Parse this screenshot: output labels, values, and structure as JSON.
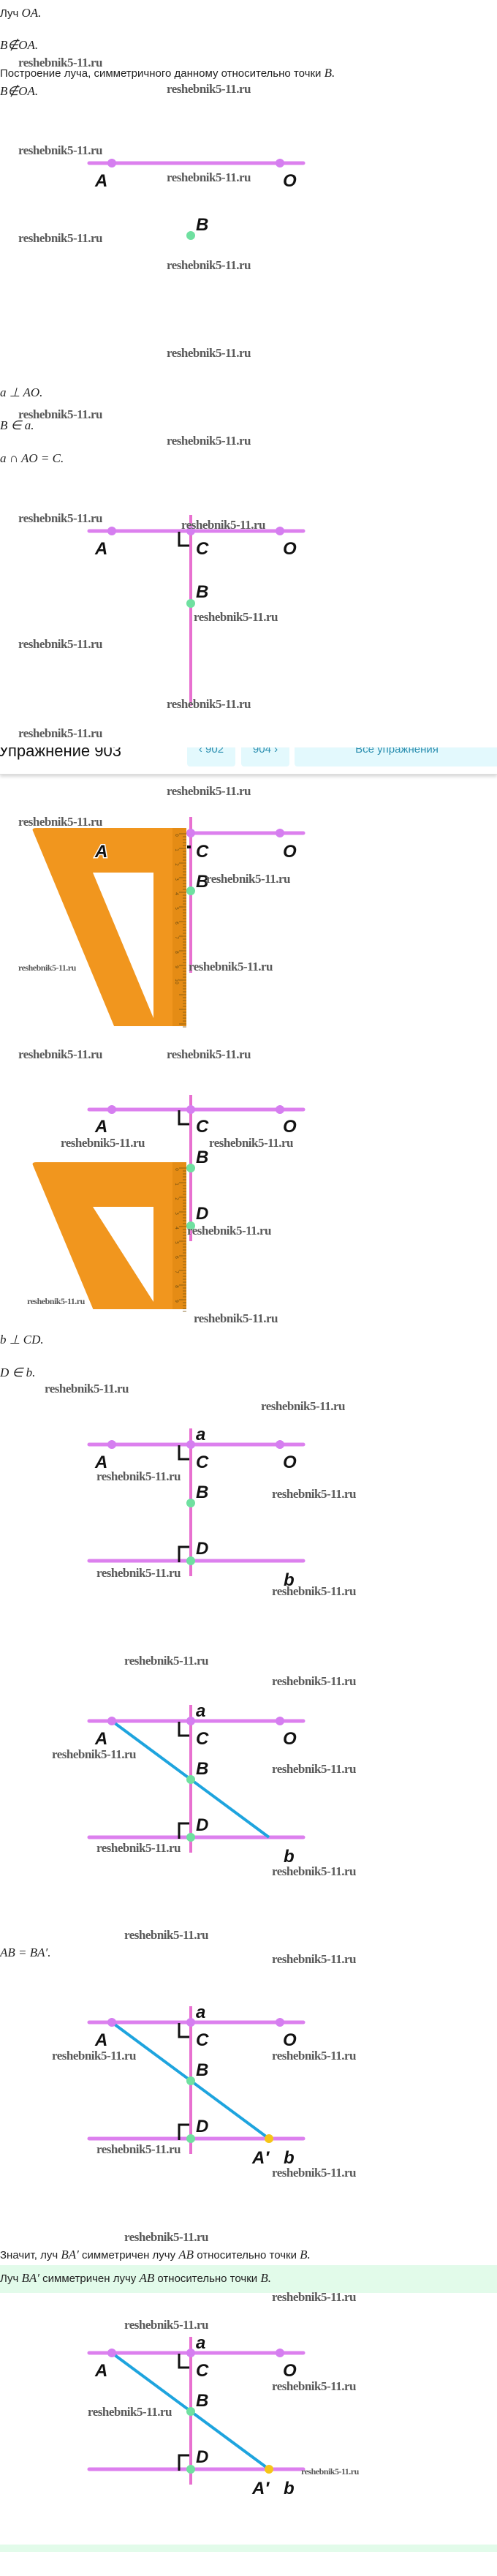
{
  "watermark": "reshebnik5-11.ru",
  "lines": [
    [
      {
        "t": "Луч ",
        "m": false
      },
      {
        "t": "OA.",
        "m": true
      }
    ],
    [
      {
        "t": "B∉OA.",
        "m": true
      }
    ],
    [
      {
        "t": "Построение луча, симметричного данному относительно точки ",
        "m": false
      },
      {
        "t": "B.",
        "m": true
      }
    ],
    [
      {
        "t": "B∉OA.",
        "m": true
      }
    ],
    [
      {
        "t": "a ⊥ AO.",
        "m": true
      }
    ],
    [
      {
        "t": "B ∈ a.",
        "m": true
      }
    ],
    [
      {
        "t": "a ∩ AO = C.",
        "m": true
      }
    ],
    [
      {
        "t": "b ⊥ CD.",
        "m": true
      }
    ],
    [
      {
        "t": "D ∈ b.",
        "m": true
      }
    ],
    [
      {
        "t": "AB = BA′.",
        "m": true
      }
    ],
    [
      {
        "t": "Значит, луч ",
        "m": false
      },
      {
        "t": "BA′",
        "m": true
      },
      {
        "t": " симметричен лучу ",
        "m": false
      },
      {
        "t": "AB",
        "m": true
      },
      {
        "t": " относительно точки ",
        "m": false
      },
      {
        "t": "B.",
        "m": true
      }
    ]
  ],
  "answer": [
    {
      "t": "Луч ",
      "m": false
    },
    {
      "t": "BA′",
      "m": true
    },
    {
      "t": " симметричен лучу ",
      "m": false
    },
    {
      "t": "AB",
      "m": true
    },
    {
      "t": " относительно точки ",
      "m": false
    },
    {
      "t": "B.",
      "m": true
    }
  ],
  "header": {
    "title": "Упражнение 903",
    "prev_label": "‹ 902",
    "next_label": "904 ›",
    "all_label": "Все упражнения"
  },
  "labels": {
    "A": "A",
    "O": "O",
    "B": "B",
    "C": "C",
    "D": "D",
    "a": "a",
    "b": "b",
    "A2": "A′"
  },
  "ruler_ticks": [
    "0",
    "1",
    "2",
    "3",
    "4",
    "5",
    "6",
    "7",
    "8",
    "9",
    "10"
  ],
  "colors": {
    "ray": "#dc80ee",
    "perp": "#e870d0",
    "point": "#d57ef0",
    "green_point": "#6fe0a0",
    "yellow_point": "#f5c518",
    "segment": "#1ea4de",
    "set_square": "#f1961e",
    "answer_bg": "#e2fbea"
  }
}
